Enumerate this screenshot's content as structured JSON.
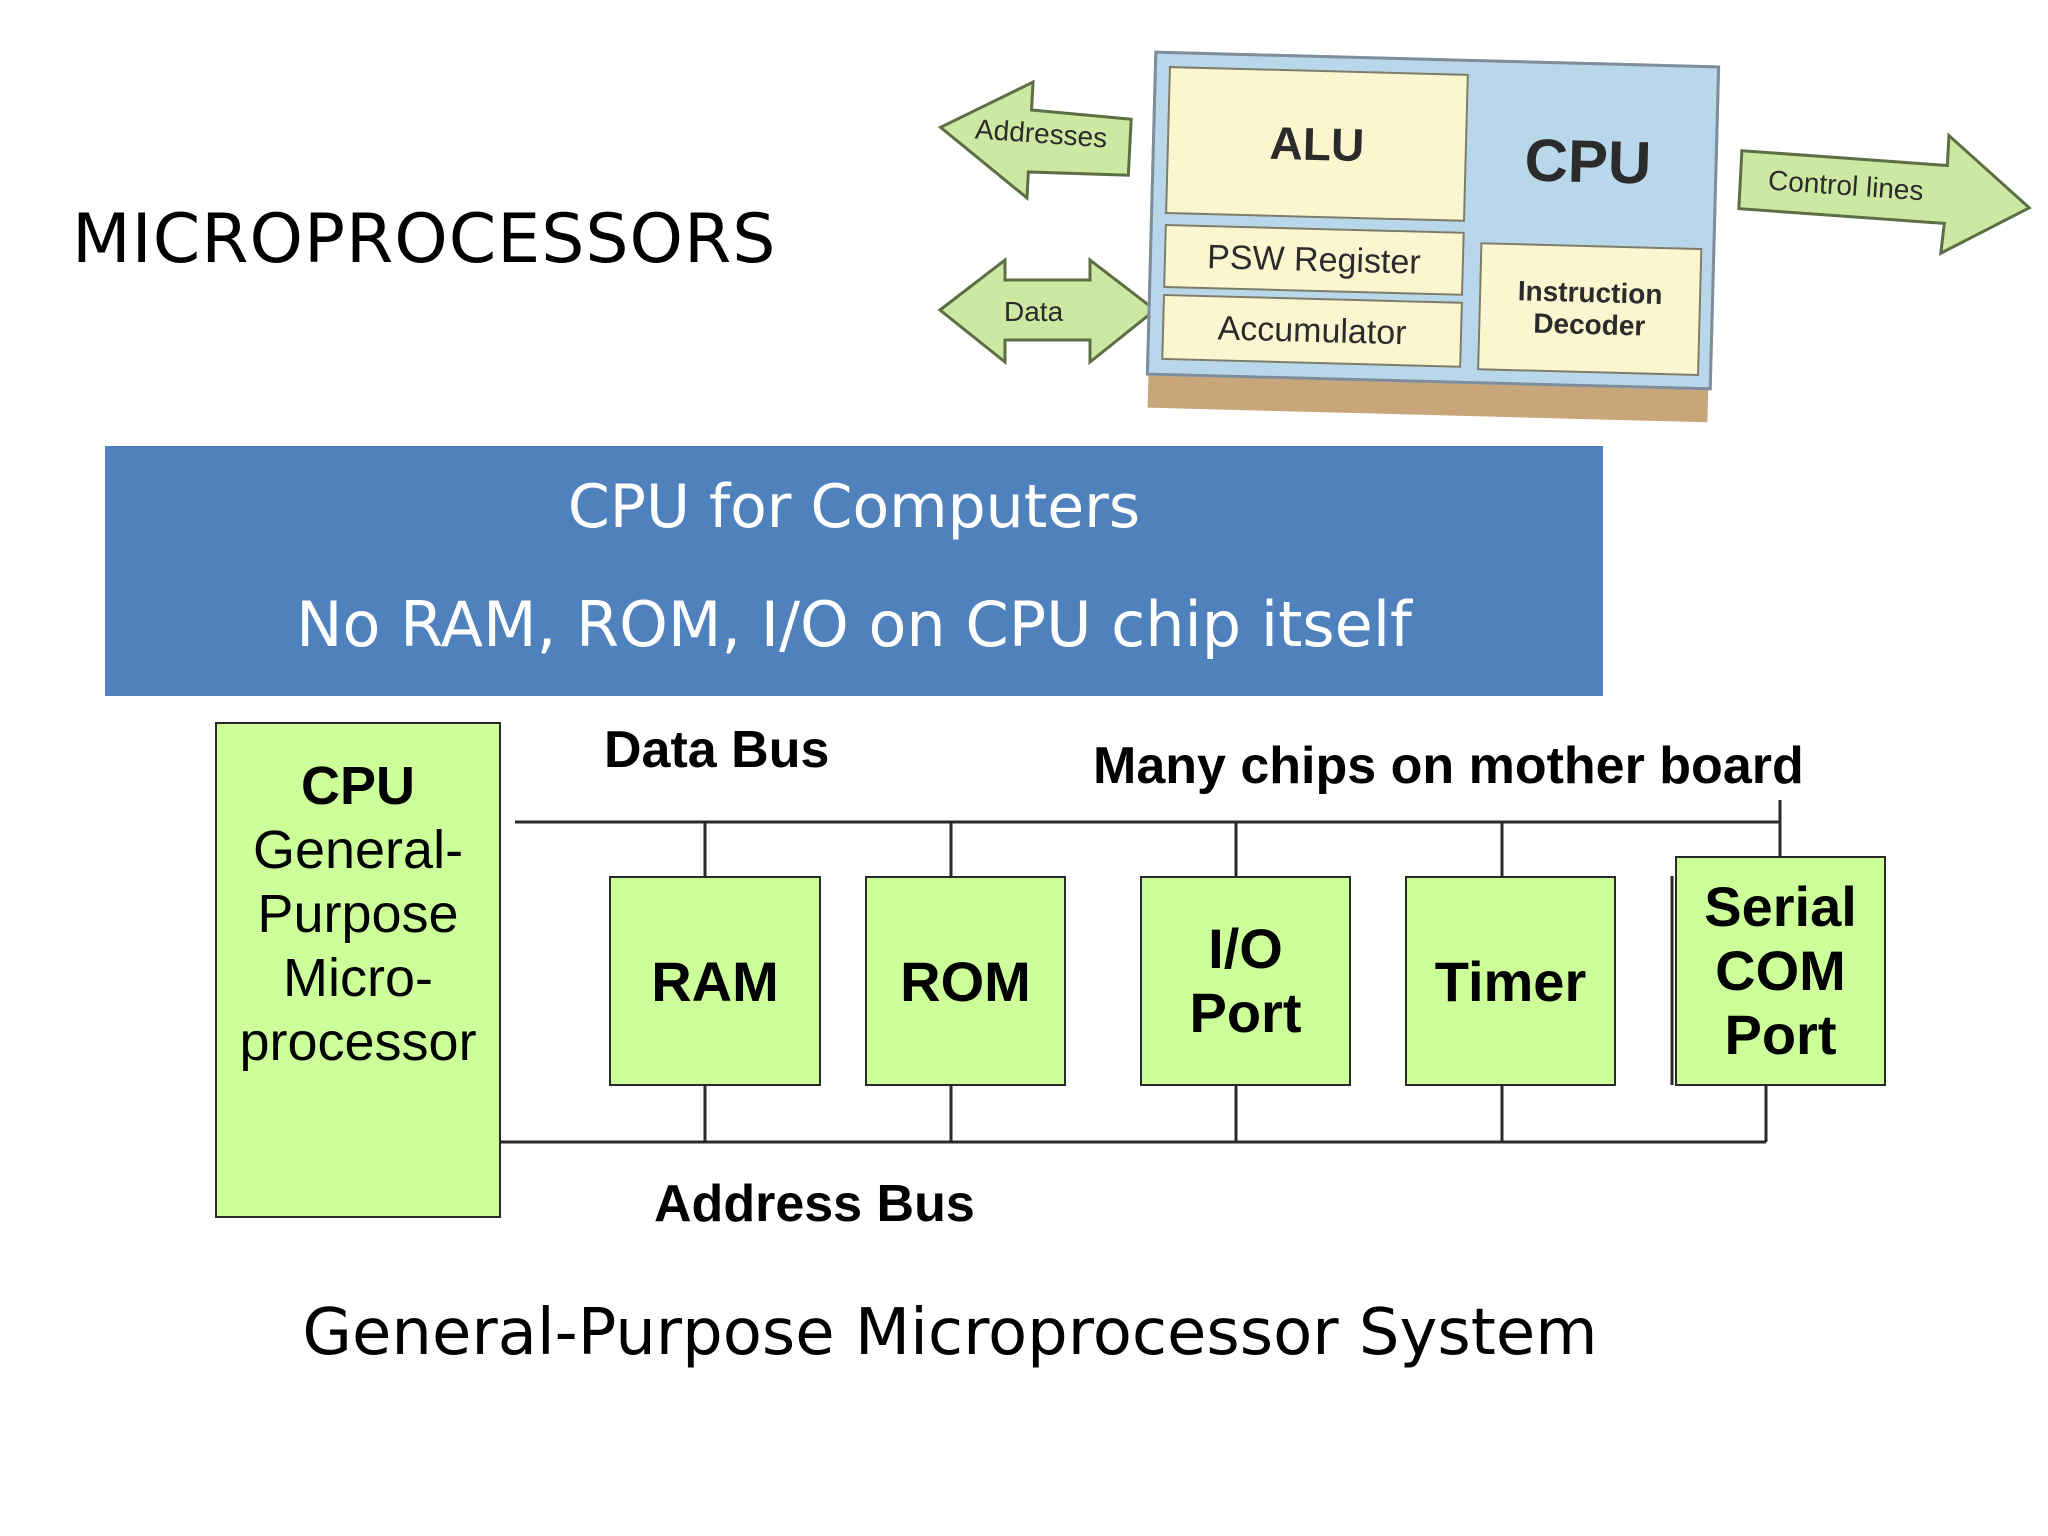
{
  "slide": {
    "title": "MICROPROCESSORS",
    "footer": "General-Purpose Microprocessor System"
  },
  "cpu_diagram": {
    "cpu": "CPU",
    "alu": "ALU",
    "psw": "PSW Register",
    "accumulator": "Accumulator",
    "decoder_line1": "Instruction",
    "decoder_line2": "Decoder",
    "addresses": "Addresses",
    "data": "Data",
    "control": "Control lines"
  },
  "banner": {
    "line1": "CPU for Computers",
    "line2": "No RAM, ROM, I/O on CPU chip itself"
  },
  "bus_diagram": {
    "cpu_title": "CPU",
    "cpu_lines": [
      "General-",
      "Purpose",
      "Micro-",
      "processor"
    ],
    "data_bus": "Data Bus",
    "note": "Many chips on mother board",
    "address_bus": "Address Bus",
    "ram": "RAM",
    "rom": "ROM",
    "io": [
      "I/O",
      "Port"
    ],
    "timer": "Timer",
    "serial": [
      "Serial",
      "COM",
      "Port"
    ]
  },
  "colors": {
    "banner": "#4f81bd",
    "block_green": "#ccff99",
    "arrow_green": "#cde8a3",
    "cpu_board": "#b9d7ea",
    "chip_yellow": "#fbf6cf"
  }
}
